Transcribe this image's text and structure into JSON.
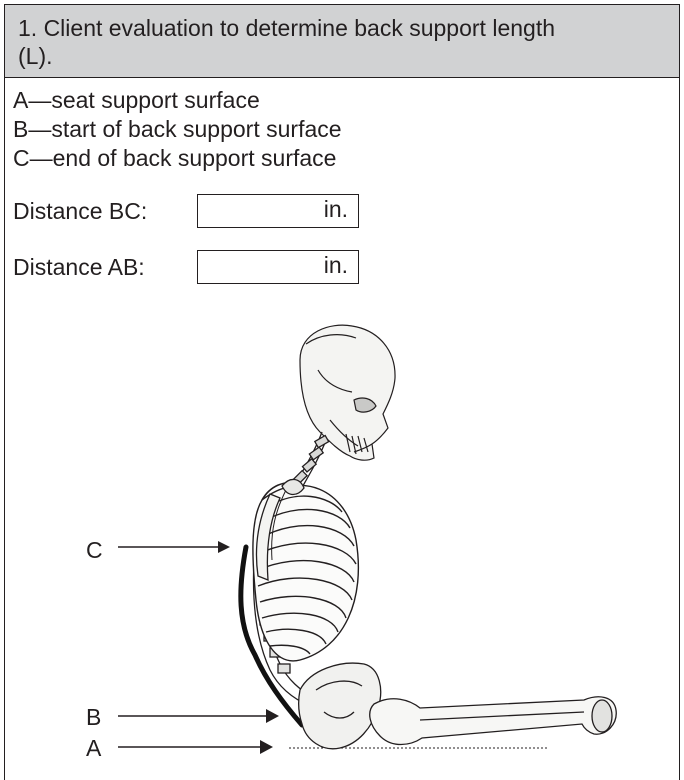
{
  "header": {
    "title": "1. Client evaluation to determine back support length (L)."
  },
  "legend": {
    "items": [
      "A—seat support surface",
      "B—start of back support surface",
      "C—end of back support surface"
    ]
  },
  "fields": [
    {
      "label": "Distance BC:",
      "value": "",
      "unit": "in."
    },
    {
      "label": "Distance AB:",
      "value": "",
      "unit": "in."
    }
  ],
  "markers": {
    "c": "C",
    "b": "B",
    "a": "A"
  },
  "illustration": {
    "subject": "skeleton-seated-side-view",
    "line_color": "#231f20",
    "support_line_color": "#111111"
  }
}
